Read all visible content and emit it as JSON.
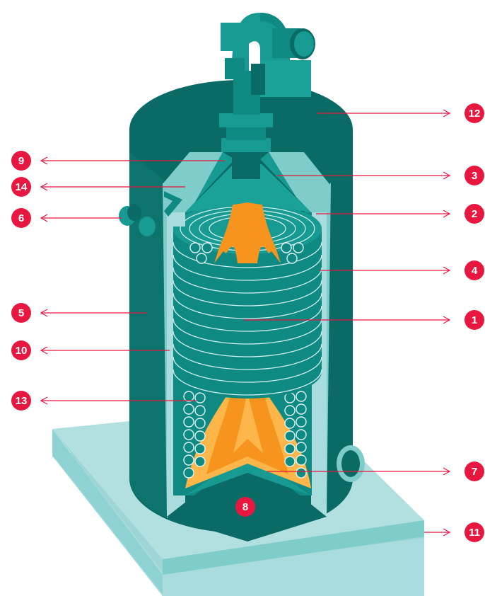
{
  "colors": {
    "dark_teal": "#0a6b66",
    "teal": "#0f8a83",
    "mid_teal": "#179a91",
    "light_teal": "#7fcdcb",
    "pale_teal": "#a9dcdd",
    "orange": "#f7941d",
    "light_orange": "#fcb64a",
    "badge_red": "#e8173f"
  },
  "callouts": [
    {
      "label": "12"
    },
    {
      "label": "9"
    },
    {
      "label": "3"
    },
    {
      "label": "14"
    },
    {
      "label": "6"
    },
    {
      "label": "2"
    },
    {
      "label": "4"
    },
    {
      "label": "5"
    },
    {
      "label": "1"
    },
    {
      "label": "10"
    },
    {
      "label": "13"
    },
    {
      "label": "7"
    },
    {
      "label": "8"
    },
    {
      "label": "11"
    }
  ]
}
